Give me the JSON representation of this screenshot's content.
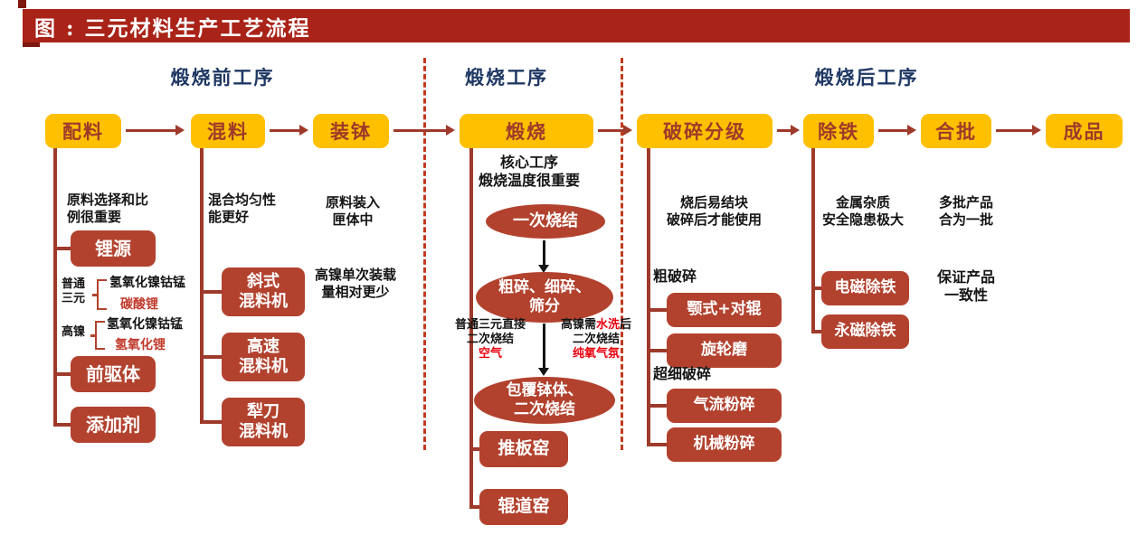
{
  "header": {
    "title": "图 : 三元材料生产工艺流程"
  },
  "sections": [
    "煅烧前工序",
    "煅烧工序",
    "煅烧后工序"
  ],
  "flow": [
    "配料",
    "混料",
    "装钵",
    "煅烧",
    "破碎分级",
    "除铁",
    "合批",
    "成品"
  ],
  "peiliao": {
    "note_lines": [
      "原料选择和比",
      "例很重要"
    ],
    "boxes": [
      "锂源",
      "前驱体",
      "添加剂"
    ],
    "variants": [
      {
        "type": "普通三元",
        "precursor": "氢氧化镍钴锰",
        "lithium": "碳酸锂"
      },
      {
        "type": "高镍",
        "precursor": "氢氧化镍钴锰",
        "lithium": "氢氧化锂"
      }
    ]
  },
  "hunliao": {
    "note_lines": [
      "混合均匀性",
      "能更好"
    ],
    "boxes": [
      [
        "斜式",
        "混料机"
      ],
      [
        "高速",
        "混料机"
      ],
      [
        "犁刀",
        "混料机"
      ]
    ]
  },
  "zhuangbo": {
    "note1_lines": [
      "原料装入",
      "匣体中"
    ],
    "note2_lines": [
      "高镍单次装载",
      "量相对更少"
    ]
  },
  "duanshao": {
    "note_lines": [
      "核心工序",
      "煅烧温度很重要"
    ],
    "steps": [
      [
        "一次烧结"
      ],
      [
        "粗碎、细碎、",
        "筛分"
      ],
      [
        "包覆钵体、",
        "二次烧结"
      ]
    ],
    "branch_left": {
      "line1": "普通三元直接",
      "line2": "二次烧结",
      "atmosphere": "空气"
    },
    "branch_right": {
      "pre": "高镍需",
      "highlight": "水洗",
      "post": "后",
      "line2": "二次烧结",
      "atmosphere": "纯氧气氛"
    },
    "kilns": [
      "推板窑",
      "辊道窑"
    ]
  },
  "posui": {
    "note_lines": [
      "烧后易结块",
      "破碎后才能使用"
    ],
    "groups": [
      {
        "label": "粗破碎",
        "boxes": [
          "颚式+对辊",
          "旋轮磨"
        ]
      },
      {
        "label": "超细破碎",
        "boxes": [
          "气流粉碎",
          "机械粉碎"
        ]
      }
    ]
  },
  "chutie": {
    "note_lines": [
      "金属杂质",
      "安全隐患极大"
    ],
    "boxes": [
      "电磁除铁",
      "永磁除铁"
    ]
  },
  "hepi": {
    "note_lines": [
      "多批产品",
      "合为一批"
    ],
    "note2_lines": [
      "保证产品",
      "一致性"
    ]
  },
  "colors": {
    "title_bar": "#a92318",
    "flow_box": "#ffc000",
    "sub_box": "#b2422e",
    "connector": "#9e3a2b",
    "section_header": "#1f3864",
    "highlight_red": "#e8000d",
    "annotation_red": "#c0392b",
    "separator_dashed": "#c23a1f"
  }
}
